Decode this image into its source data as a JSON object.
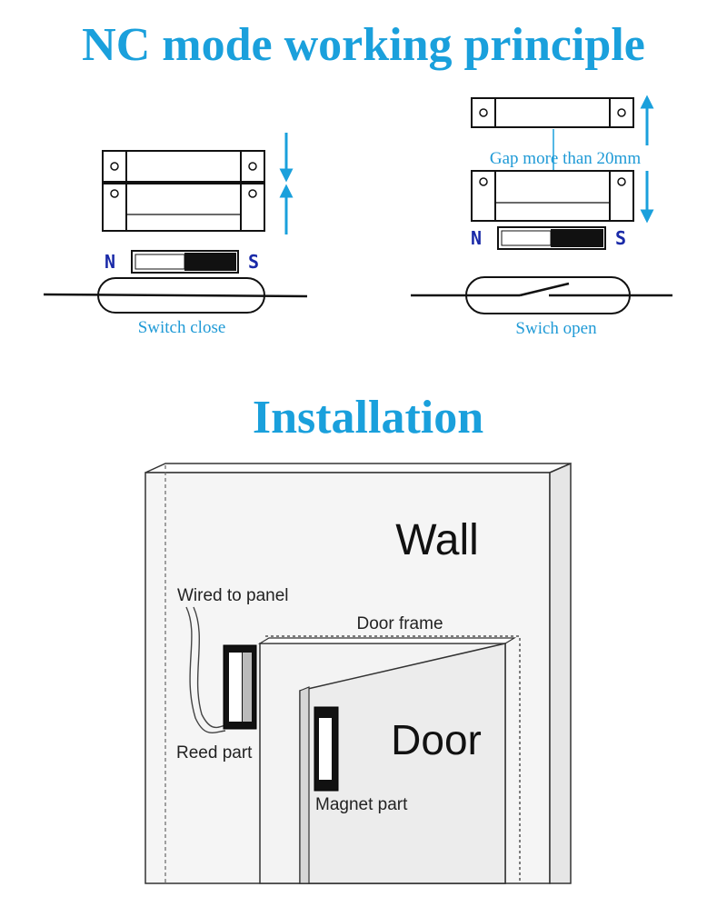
{
  "titles": {
    "principle": "NC mode working  principle",
    "installation": "Installation"
  },
  "principle": {
    "left": {
      "north_label": "N",
      "south_label": "S",
      "caption": "Switch close"
    },
    "right": {
      "gap_label": "Gap more than 20mm",
      "north_label": "N",
      "south_label": "S",
      "caption": "Swich open"
    }
  },
  "installation": {
    "wall_label": "Wall",
    "wired_label": "Wired to panel",
    "door_frame_label": "Door frame",
    "reed_label": "Reed part",
    "door_label": "Door",
    "magnet_label": "Magnet part"
  },
  "colors": {
    "accent": "#1aa0dc",
    "arrow": "#1aa0dc",
    "pole_text": "#1a2aa8",
    "line": "#222222"
  }
}
